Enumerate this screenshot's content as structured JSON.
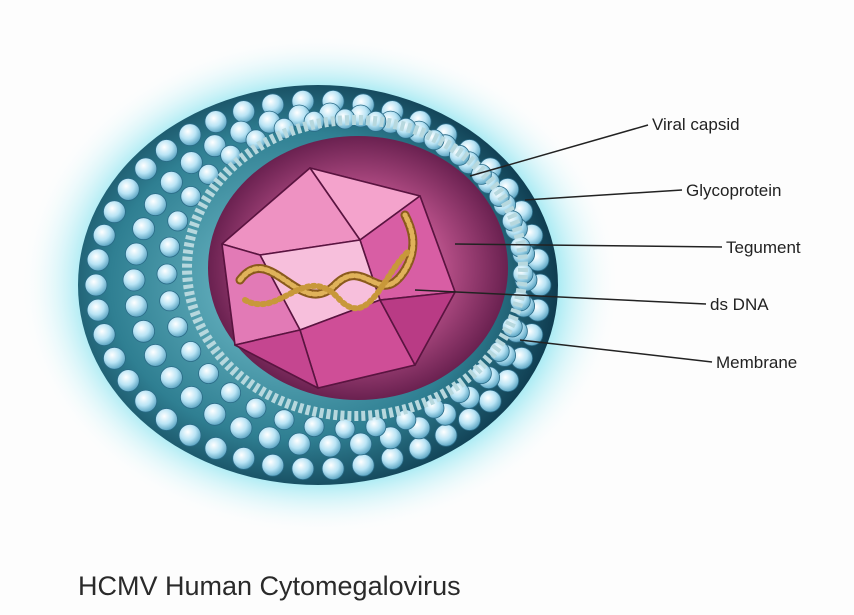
{
  "labels": {
    "viral_capsid": "Viral capsid",
    "glycoprotein": "Glycoprotein",
    "tegument": "Tegument",
    "ds_dna": "ds DNA",
    "membrane": "Membrane"
  },
  "caption": "HCMV Human Cytomegalovirus",
  "colors": {
    "outer_glow": "#1ec3d6",
    "sphere_body": "#3f8fa0",
    "bead": "#b9e4f5",
    "membrane_band": "#b7d8de",
    "tegument": "#8a2e6b",
    "capsid": "#d9479a",
    "dna": "#c8983a"
  }
}
